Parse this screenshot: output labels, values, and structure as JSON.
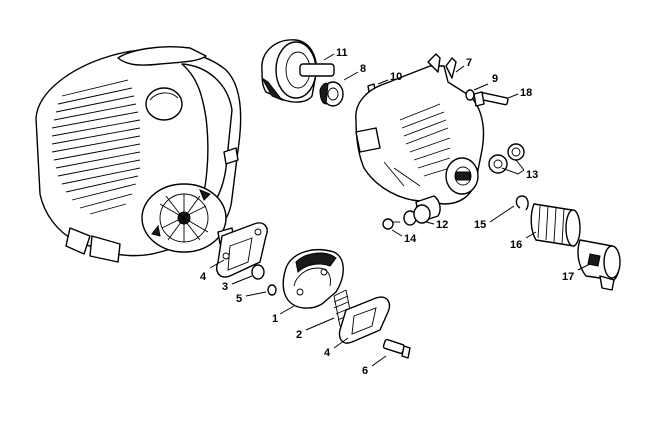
{
  "callouts": {
    "c1": "1",
    "c2": "2",
    "c3": "3",
    "c4a": "4",
    "c4b": "4",
    "c5": "5",
    "c6": "6",
    "c7": "7",
    "c8": "8",
    "c9": "9",
    "c10": "10",
    "c11": "11",
    "c12": "12",
    "c13": "13",
    "c14": "14",
    "c15": "15",
    "c16": "16",
    "c17": "17",
    "c18": "18"
  },
  "parts": {
    "engine_housing": "engine-housing-icon",
    "clutch_drum": "clutch-drum-icon",
    "clutch_shoe": "clutch-shoe-icon",
    "clutch_housing": "clutch-housing-icon"
  }
}
